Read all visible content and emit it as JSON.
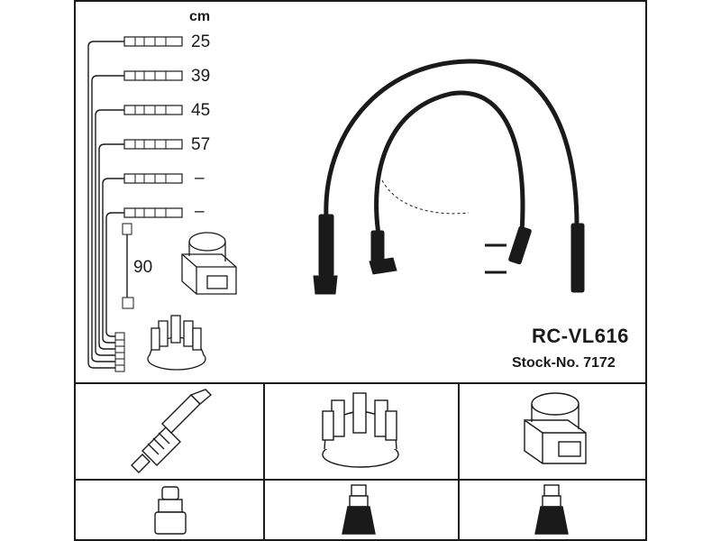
{
  "leads": {
    "unit": "cm",
    "lengths": [
      "25",
      "39",
      "45",
      "57",
      "–",
      "–"
    ],
    "extra_lead_length": "90"
  },
  "product": {
    "model": "RC-VL616",
    "stock_label": "Stock-No. 7172"
  },
  "components": {
    "row1": [
      "spark-plug",
      "distributor-cap",
      "ignition-coil"
    ],
    "row2": [
      "plug-connector",
      "cap-connector",
      "coil-connector"
    ]
  },
  "colors": {
    "line": "#1a1a1a",
    "background": "#ffffff"
  }
}
